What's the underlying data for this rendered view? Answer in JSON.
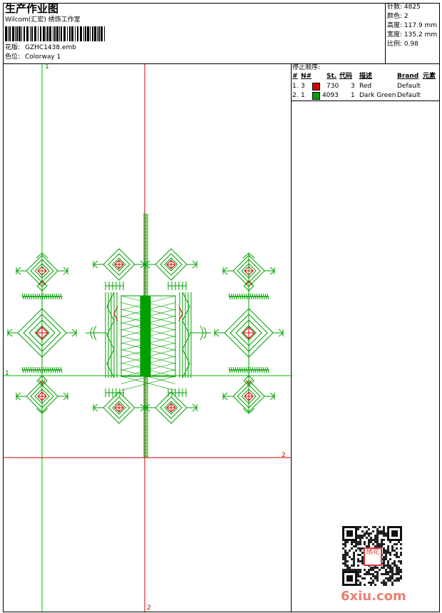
{
  "header": {
    "title": "生产作业图",
    "subtitle": "Wilcom(汇宏) 绣饰工作室",
    "file_label": "花版:",
    "file_value": "GZHC1438.emb",
    "colorway_label": "色位:",
    "colorway_value": "Colorway 1"
  },
  "stats": [
    {
      "label": "针数:",
      "value": "4825"
    },
    {
      "label": "颜色:",
      "value": "2"
    },
    {
      "label": "高度:",
      "value": "117.9 mm"
    },
    {
      "label": "宽度:",
      "value": "135.2 mm"
    },
    {
      "label": "比例:",
      "value": "0.98"
    }
  ],
  "stop_sequence": {
    "title": "停止顺序:",
    "columns": [
      "#",
      "N#",
      "St.",
      "代码",
      "描述",
      "Brand",
      "元素"
    ],
    "rows": [
      {
        "index": "1.",
        "n": "3",
        "color": "#d40000",
        "stitches": "730",
        "code": "3",
        "desc": "Red",
        "brand": "Default"
      },
      {
        "index": "2.",
        "n": "1",
        "color": "#00a000",
        "stitches": "4093",
        "code": "1",
        "desc": "Dark Green",
        "brand": "Default"
      }
    ]
  },
  "guides": {
    "vertical_1": "1",
    "horizontal_1": "1",
    "vertical_2": "2",
    "horizontal_2": "2"
  },
  "watermark": {
    "seal_text": "绣花",
    "site": "6xiu.com"
  },
  "colors": {
    "thread_green": "#00a000",
    "thread_red": "#d40000",
    "guide_green": "#00c000",
    "guide_red": "#cc0000"
  }
}
